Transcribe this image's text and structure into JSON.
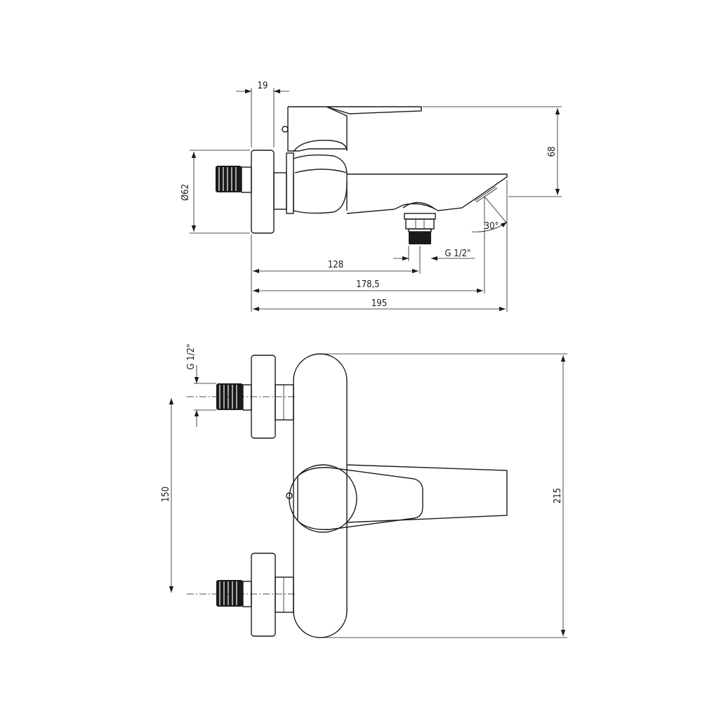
{
  "side_view": {
    "dimensions": {
      "wall_offset": "19",
      "rosette_diameter": "Ø62",
      "height": "68",
      "outlet_position": "128",
      "outlet_thread": "G 1/2\"",
      "spout_length": "178,5",
      "overall_length": "195",
      "spout_angle": "30°"
    }
  },
  "front_view": {
    "dimensions": {
      "inlet_thread": "G 1/2\"",
      "inlet_spacing": "150",
      "overall_height": "215"
    }
  }
}
